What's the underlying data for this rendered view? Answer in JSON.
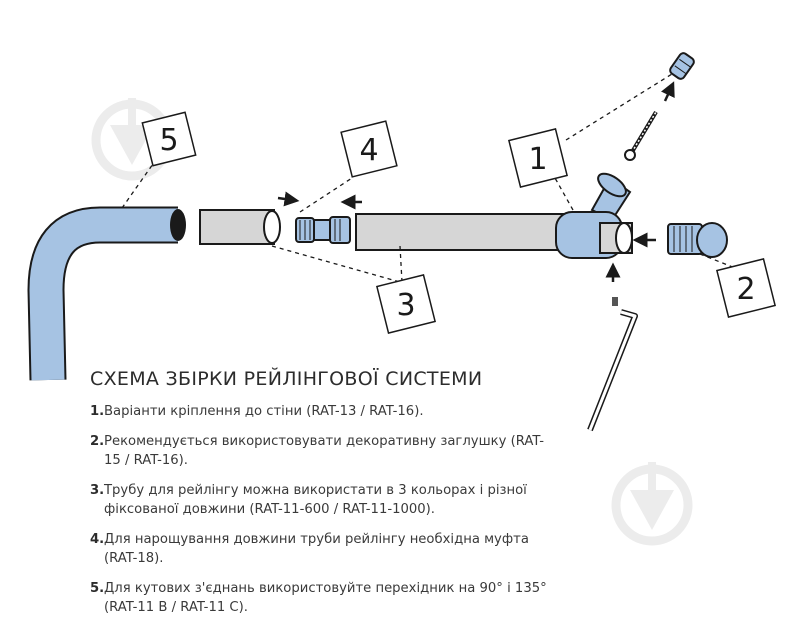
{
  "diagram": {
    "callouts": [
      "1",
      "2",
      "3",
      "4",
      "5"
    ],
    "colors": {
      "pipe_blue": "#a6c3e3",
      "tube_grey": "#d6d6d6",
      "outline": "#1a1a1a",
      "watermark": "#ececec"
    },
    "icons": [
      "screw-icon",
      "wall-plug-icon",
      "hex-key-icon",
      "end-cap-icon",
      "coupling-icon",
      "corner-elbow-icon",
      "t-bracket-icon",
      "direction-arrow-icon",
      "watermark-icon"
    ]
  },
  "title": "СХЕМА ЗБІРКИ РЕЙЛІНГОВОЇ СИСТЕМИ",
  "steps": [
    {
      "num": "1.",
      "text": "Варіанти кріплення до стіни (RAT-13 / RAT-16)."
    },
    {
      "num": "2.",
      "text": "Рекомендується використовувати декоративну заглушку (RAT-15 / RAT-16)."
    },
    {
      "num": "3.",
      "text": "Трубу для рейлінгу можна використати в 3 кольорах і різної фіксованої довжини (RAT-11-600 / RAT-11-1000)."
    },
    {
      "num": "4.",
      "text": "Для нарощування довжини труби рейлінгу необхідна муфта (RAT-18)."
    },
    {
      "num": "5.",
      "text": "Для кутових з'єднань використовуйте перехідник на 90° і 135° (RAT-11 B / RAT-11 C)."
    }
  ]
}
